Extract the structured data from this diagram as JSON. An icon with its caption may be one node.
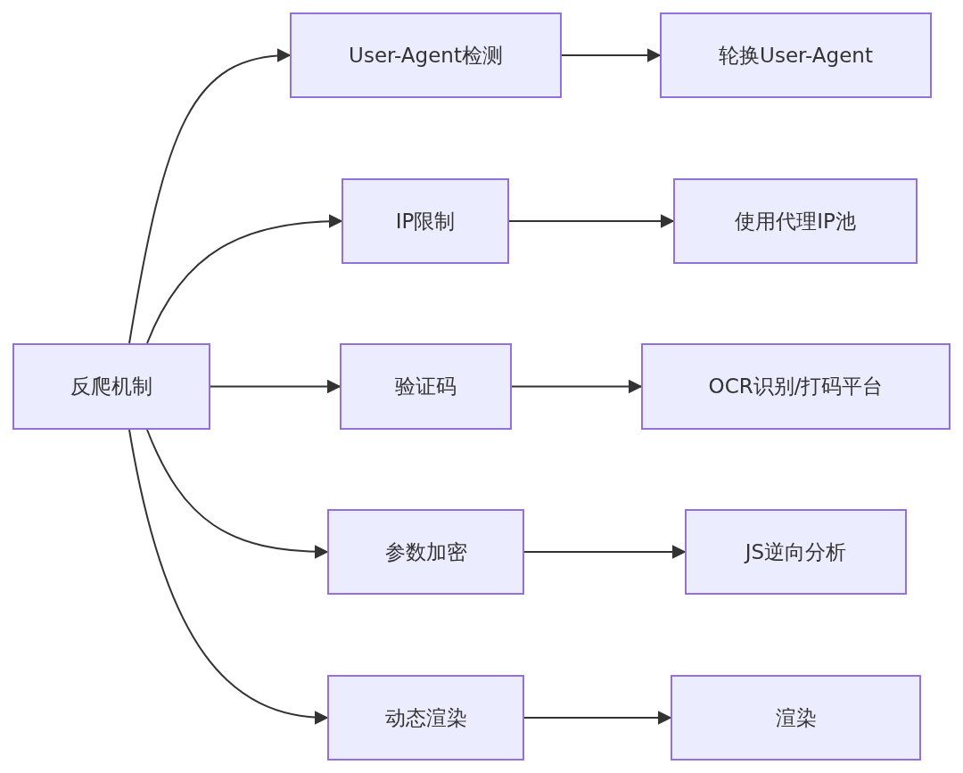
{
  "diagram": {
    "nodes": [
      {
        "text": [
          "反爬机制"
        ]
      },
      {
        "text": [
          "User-Agent检测"
        ]
      },
      {
        "text": [
          "轮换User-Agent"
        ]
      },
      {
        "text": [
          "IP限制"
        ]
      },
      {
        "text": [
          "使用代理IP池"
        ]
      },
      {
        "text": [
          "验证码"
        ]
      },
      {
        "text": [
          "OCR识别/打码平台"
        ]
      },
      {
        "text": [
          "参数加密"
        ]
      },
      {
        "text": [
          "JS逆向分析"
        ]
      },
      {
        "text": [
          "动态渲染"
        ]
      },
      {
        "text": [
          "渲染"
        ]
      }
    ],
    "edges": [
      {
        "from": 0,
        "to": 1,
        "arrow": "to"
      },
      {
        "from": 0,
        "to": 3,
        "arrow": "to"
      },
      {
        "from": 0,
        "to": 5,
        "arrow": "to"
      },
      {
        "from": 0,
        "to": 7,
        "arrow": "to"
      },
      {
        "from": 0,
        "to": 9,
        "arrow": "to"
      },
      {
        "from": 1,
        "to": 2,
        "arrow": "to"
      },
      {
        "from": 3,
        "to": 4,
        "arrow": "to"
      },
      {
        "from": 5,
        "to": 6,
        "arrow": "to"
      },
      {
        "from": 7,
        "to": 8,
        "arrow": "to"
      },
      {
        "from": 9,
        "to": 10,
        "arrow": "to"
      }
    ]
  }
}
